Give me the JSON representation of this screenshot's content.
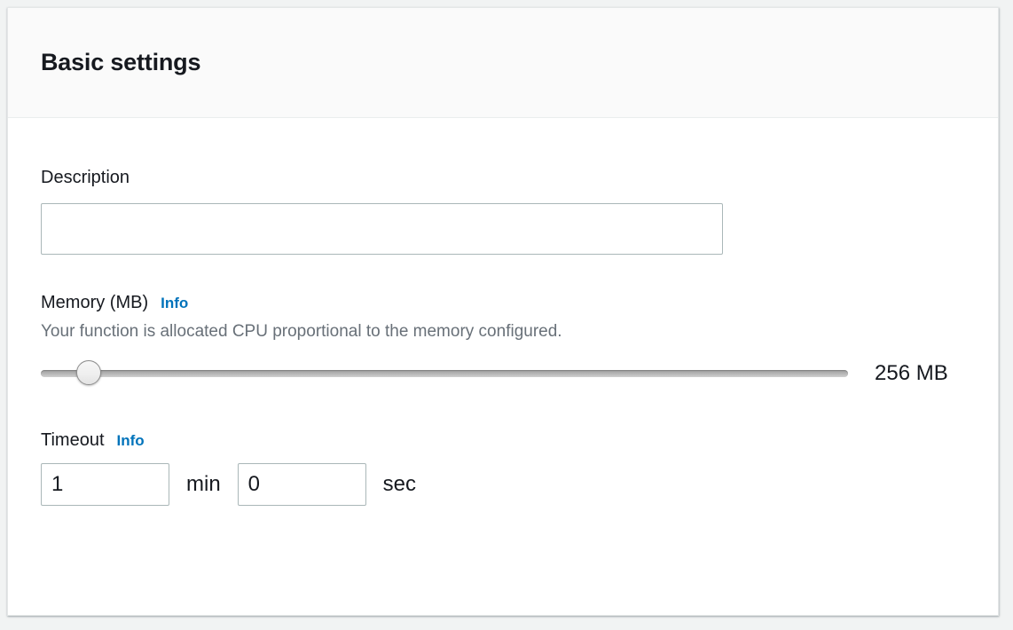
{
  "panel": {
    "title": "Basic settings"
  },
  "description": {
    "label": "Description",
    "value": "",
    "placeholder": ""
  },
  "memory": {
    "label": "Memory (MB)",
    "info_label": "Info",
    "helper_text": "Your function is allocated CPU proportional to the memory configured.",
    "value_label": "256 MB",
    "slider_value": 256,
    "slider_min": 128,
    "slider_max": 10240,
    "slider_percent": 4.5
  },
  "timeout": {
    "label": "Timeout",
    "info_label": "Info",
    "minutes_value": "1",
    "minutes_unit": "min",
    "seconds_value": "0",
    "seconds_unit": "sec"
  },
  "colors": {
    "page_background": "#f1f3f3",
    "panel_background": "#ffffff",
    "header_background": "#fafafa",
    "title_text": "#16191f",
    "helper_text": "#687078",
    "link_blue": "#0073bb",
    "input_border": "#aab7b8",
    "divider": "#eaeded"
  }
}
